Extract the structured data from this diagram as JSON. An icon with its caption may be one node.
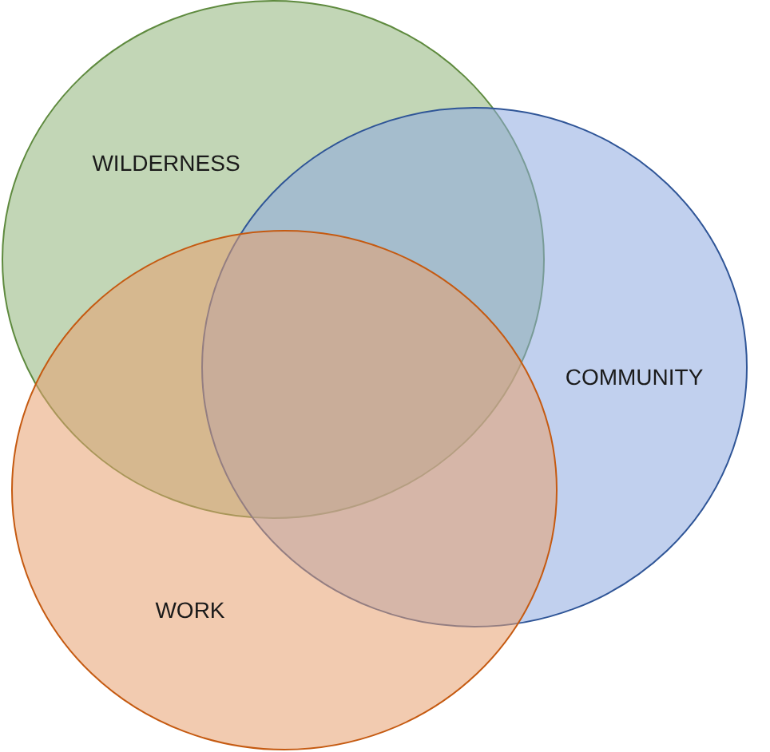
{
  "diagram": {
    "nodes": [
      {
        "text": [
          "WILDERNESS"
        ]
      },
      {
        "text": [
          "COMMUNITY"
        ]
      },
      {
        "text": [
          "WORK"
        ]
      }
    ]
  }
}
